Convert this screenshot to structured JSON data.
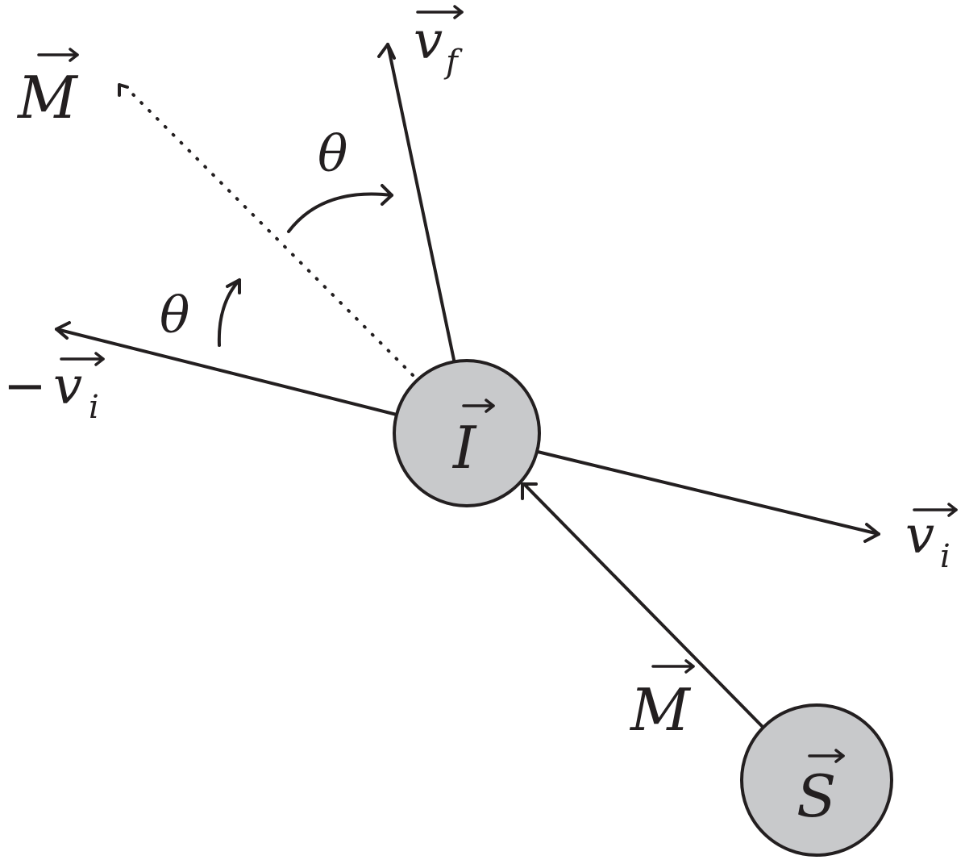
{
  "labels": {
    "v_f": "v",
    "v_f_sub": "f",
    "m_top": "M",
    "theta_upper": "θ",
    "theta_lower": "θ",
    "minus": "−",
    "neg_v_i": "v",
    "neg_v_i_sub": "i",
    "node_i": "I",
    "v_i": "v",
    "v_i_sub": "i",
    "m_bottom": "M",
    "node_s": "S"
  },
  "colors": {
    "stroke": "#231f20",
    "node_fill": "#c8c9cb"
  }
}
